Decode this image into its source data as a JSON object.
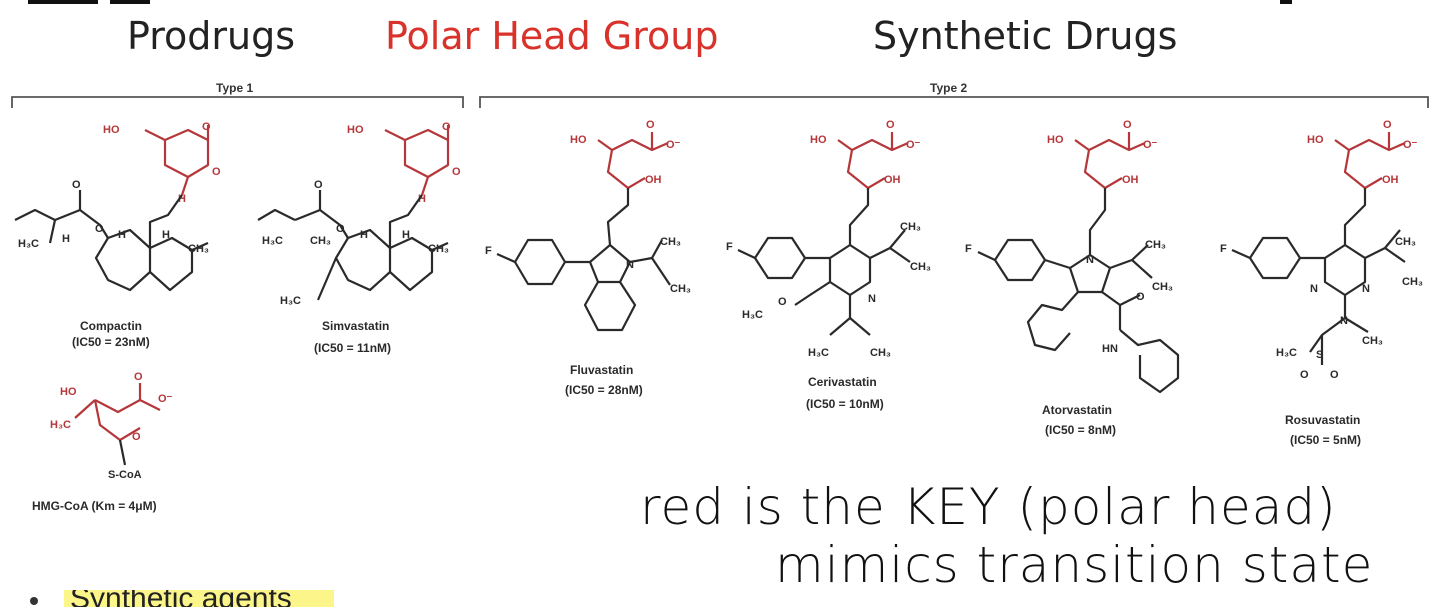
{
  "headers": {
    "prodrugs": "Prodrugs",
    "polar_head": "Polar Head Group",
    "synthetic": "Synthetic Drugs"
  },
  "brackets": {
    "type1": "Type 1",
    "type2": "Type 2"
  },
  "molecules": [
    {
      "name": "Compactin",
      "ic50": "(IC50 = 23nM)"
    },
    {
      "name": "Simvastatin",
      "ic50": "(IC50 = 11nM)"
    },
    {
      "name": "HMG-CoA (Km = 4μM)",
      "ic50": ""
    },
    {
      "name": "Fluvastatin",
      "ic50": "(IC50 = 28nM)"
    },
    {
      "name": "Cerivastatin",
      "ic50": "(IC50 = 10nM)"
    },
    {
      "name": "Atorvastatin",
      "ic50": "(IC50 = 8nM)"
    },
    {
      "name": "Rosuvastatin",
      "ic50": "(IC50 = 5nM)"
    }
  ],
  "note": {
    "line1": "red is the KEY (polar head)",
    "line2": "mimics transition state"
  },
  "bullet": "Synthetic agents",
  "colors": {
    "red": "#b5373a",
    "dark": "#222222",
    "header_red": "#d8322b"
  }
}
